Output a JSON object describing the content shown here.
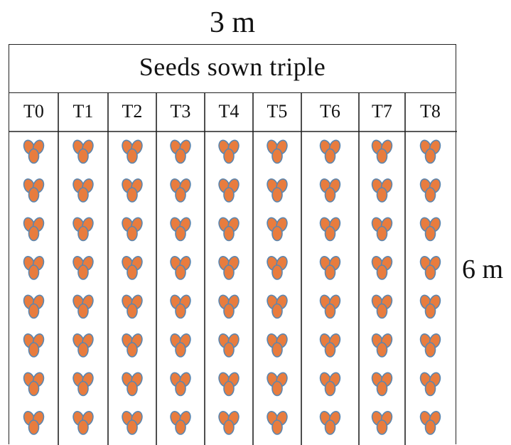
{
  "dimensions": {
    "width_label": "3 m",
    "length_label": "6 m"
  },
  "plot": {
    "title": "Seeds sown triple",
    "columns": [
      "T0",
      "T1",
      "T2",
      "T3",
      "T4",
      "T5",
      "T6",
      "T7",
      "T8"
    ],
    "seed_clusters_per_column": 8,
    "seeds_per_cluster": 3
  },
  "colors": {
    "seed_fill": "#E87C3E",
    "seed_outline": "#5A86B0",
    "grid_line": "#222222"
  },
  "icons": {
    "seed_cluster": "triple-seed-icon"
  }
}
